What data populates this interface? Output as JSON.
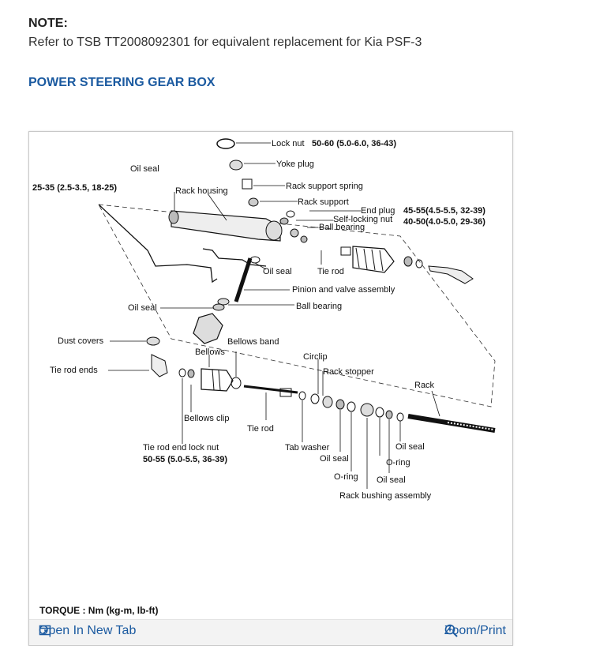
{
  "note": {
    "title": "NOTE:",
    "text": "Refer to TSB TT2008092301 for equivalent replacement for Kia PSF-3"
  },
  "section_heading": "POWER STEERING GEAR BOX",
  "figure": {
    "labels": {
      "lock_nut": "Lock nut",
      "lock_nut_torque": "50-60 (5.0-6.0, 36-43)",
      "yoke_plug": "Yoke plug",
      "oil_seal_top": "Oil seal",
      "torque_25_35": "25-35 (2.5-3.5, 18-25)",
      "rack_housing": "Rack housing",
      "rack_support_spring": "Rack support spring",
      "rack_support": "Rack support",
      "end_plug": "End plug",
      "end_plug_torque": "45-55(4.5-5.5, 32-39)",
      "self_locking_nut": "Self-locking nut",
      "self_locking_nut_torque": "40-50(4.0-5.0, 29-36)",
      "ball_bearing_top": "Ball bearing",
      "oil_seal_mid": "Oil seal",
      "tie_rod_top": "Tie rod",
      "pinion_valve": "Pinion and valve assembly",
      "oil_seal_left": "Oil seal",
      "ball_bearing_mid": "Ball bearing",
      "dust_covers": "Dust covers",
      "bellows": "Bellows",
      "bellows_band": "Bellows band",
      "circlip": "Circlip",
      "rack_stopper": "Rack stopper",
      "tie_rod_ends": "Tie rod ends",
      "rack": "Rack",
      "bellows_clip": "Bellows clip",
      "tie_rod_bottom": "Tie rod",
      "oil_seal_r1": "Oil seal",
      "tie_rod_end_lock_nut": "Tie rod end lock nut",
      "tie_rod_end_lock_nut_torque": "50-55 (5.0-5.5, 36-39)",
      "tab_washer": "Tab washer",
      "oil_seal_r2": "Oil seal",
      "o_ring_1": "O-ring",
      "o_ring_2": "O-ring",
      "oil_seal_r3": "Oil seal",
      "rack_bushing": "Rack bushing assembly"
    },
    "torque_caption": "TORQUE : Nm (kg-m, lb-ft)"
  },
  "toolbar": {
    "open_new_tab": "Open In New Tab",
    "zoom_print": "Zoom/Print"
  }
}
